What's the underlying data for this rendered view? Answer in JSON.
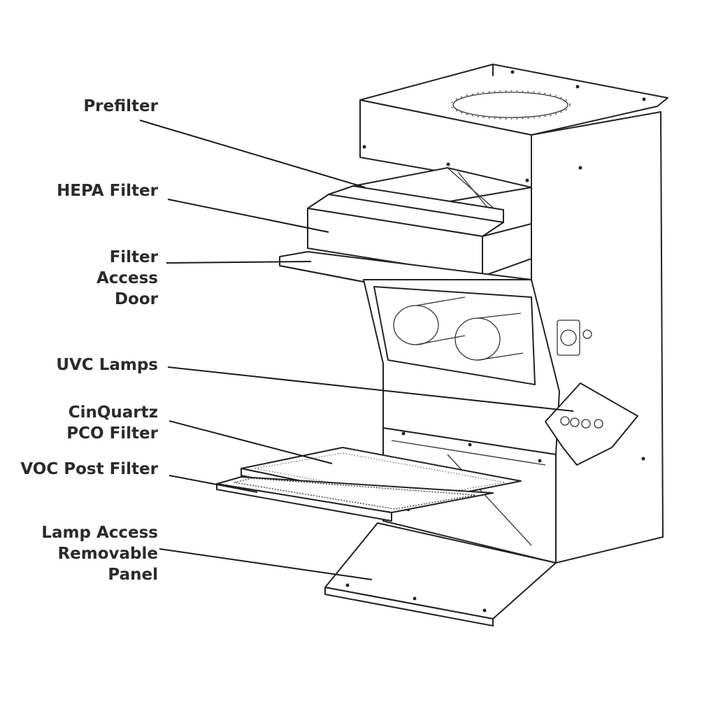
{
  "labels": {
    "prefilter": "Prefilter",
    "hepa": "HEPA Filter",
    "filter_access_door": "Filter\nAccess\nDoor",
    "uvc_lamps": "UVC Lamps",
    "cinquartz": "CinQuartz\nPCO Filter",
    "voc_post_filter": "VOC Post Filter",
    "lamp_access_panel": "Lamp Access\nRemovable\nPanel"
  },
  "colors": {
    "line": "#222222",
    "background": "#ffffff",
    "text": "#2a2a2a"
  }
}
